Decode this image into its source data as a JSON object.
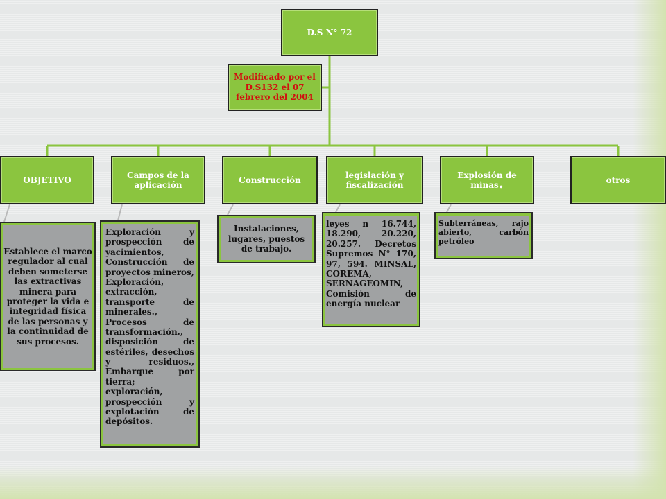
{
  "diagram": {
    "root": {
      "label": "D.S N° 72"
    },
    "note": {
      "label": "Modificado por el D.S132 el 07 febrero del 2004"
    },
    "categories": [
      {
        "label": "OBJETIVO"
      },
      {
        "label": "Campos de la aplicación"
      },
      {
        "label": "Construcción"
      },
      {
        "label": "legislación y fiscalización"
      },
      {
        "label": "Explosión de minas"
      },
      {
        "label": "otros"
      }
    ],
    "details": [
      {
        "text": "Establece el marco regulador al cual deben someterse las extractivas minera para proteger la vida e integridad física de las personas y la continuidad de sus procesos."
      },
      {
        "text": "Exploración y prospección de yacimientos, Construcción de proyectos mineros, Exploración, extracción, transporte de minerales., Procesos de transformación., disposición de estériles, desechos y residuos., Embarque por tierra; exploración, prospección y explotación de depósitos."
      },
      {
        "text": "Instalaciones, lugares, puestos de trabajo."
      },
      {
        "text": "leyes n 16.744, 18.290, 20.220, 20.257. Decretos Supremos N° 170, 97, 594. MINSAL, COREMA, SERNAGEOMIN, Comisión de energía nuclear"
      },
      {
        "text": "Subterráneas, rajo abierto, carbón petróleo"
      }
    ],
    "colors": {
      "green_box": "#8bc53f",
      "gray_box": "#a0a2a3",
      "connector": "#8bc53f",
      "note_text": "#d01010"
    }
  }
}
